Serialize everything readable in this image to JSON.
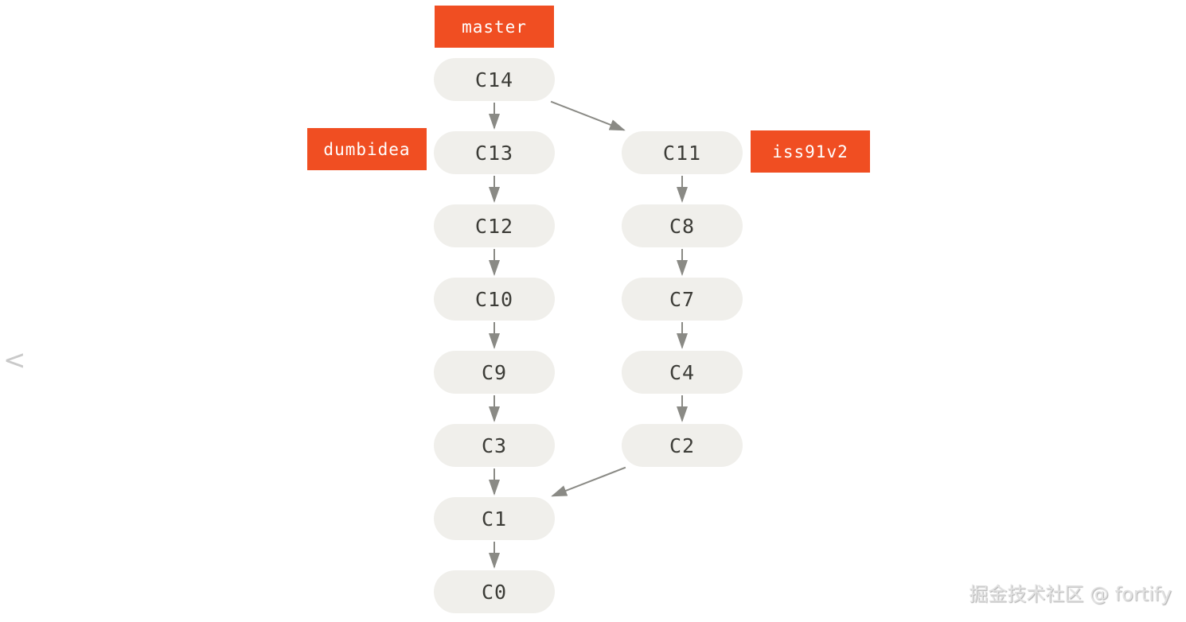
{
  "page": {
    "watermark": "掘金技术社区 @ fortify",
    "prev_chevron": "<"
  },
  "colors": {
    "background": "#ffffff",
    "branch_label_bg": "#f04e22",
    "branch_label_text": "#ffffff",
    "node_bg": "#f0efeb",
    "node_text": "#3c3c37",
    "arrow": "#8a8a85",
    "watermark_text": "#e2e2e2"
  },
  "graph": {
    "branch_labels": [
      {
        "id": "master",
        "text": "master"
      },
      {
        "id": "dumbidea",
        "text": "dumbidea"
      },
      {
        "id": "iss91v2",
        "text": "iss91v2"
      }
    ],
    "nodes": [
      {
        "id": "c14",
        "label": "C14"
      },
      {
        "id": "c13",
        "label": "C13"
      },
      {
        "id": "c12",
        "label": "C12"
      },
      {
        "id": "c10",
        "label": "C10"
      },
      {
        "id": "c9",
        "label": "C9"
      },
      {
        "id": "c3",
        "label": "C3"
      },
      {
        "id": "c1",
        "label": "C1"
      },
      {
        "id": "c0",
        "label": "C0"
      },
      {
        "id": "c11",
        "label": "C11"
      },
      {
        "id": "c8",
        "label": "C8"
      },
      {
        "id": "c7",
        "label": "C7"
      },
      {
        "id": "c4",
        "label": "C4"
      },
      {
        "id": "c2",
        "label": "C2"
      }
    ],
    "edges": [
      {
        "from": "c14",
        "to": "c13"
      },
      {
        "from": "c14",
        "to": "c11"
      },
      {
        "from": "c13",
        "to": "c12"
      },
      {
        "from": "c12",
        "to": "c10"
      },
      {
        "from": "c10",
        "to": "c9"
      },
      {
        "from": "c9",
        "to": "c3"
      },
      {
        "from": "c3",
        "to": "c1"
      },
      {
        "from": "c1",
        "to": "c0"
      },
      {
        "from": "c11",
        "to": "c8"
      },
      {
        "from": "c8",
        "to": "c7"
      },
      {
        "from": "c7",
        "to": "c4"
      },
      {
        "from": "c4",
        "to": "c2"
      },
      {
        "from": "c2",
        "to": "c1"
      }
    ]
  }
}
